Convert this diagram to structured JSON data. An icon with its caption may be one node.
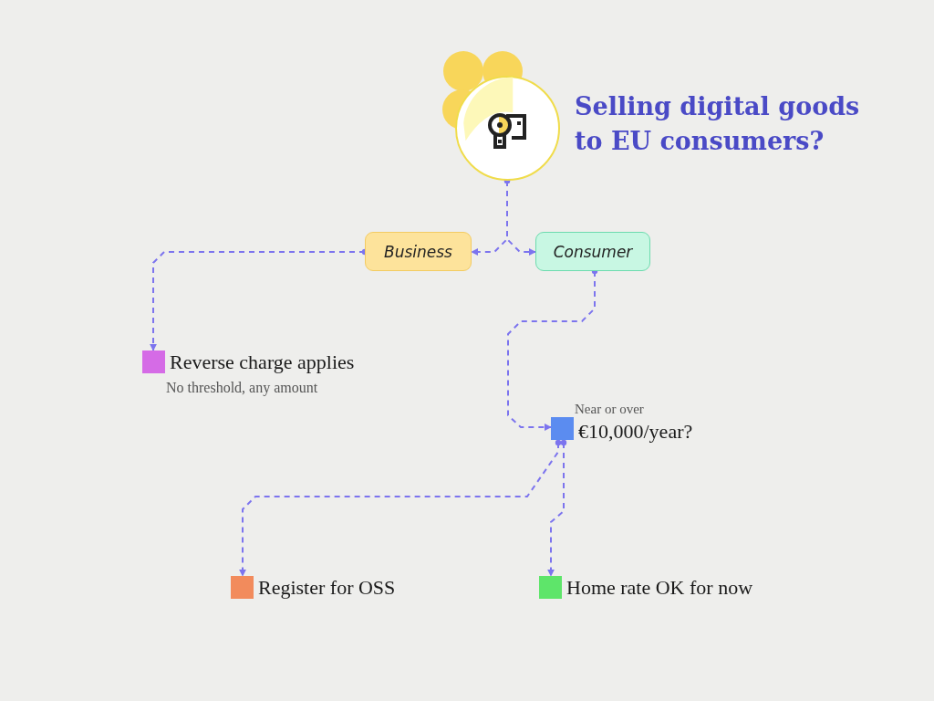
{
  "diagram": {
    "title": "Selling digital goods to EU consumers?",
    "nodes": [
      {
        "text": [],
        "shape": "circle"
      },
      {
        "text": [
          "Business"
        ]
      },
      {
        "text": [
          "Consumer"
        ]
      },
      {
        "text": [
          "Reverse charge applies",
          "No threshold, any amount"
        ]
      },
      {
        "text": [
          "Near or over",
          "€10,000/year?"
        ]
      },
      {
        "text": [
          "Register for OSS"
        ]
      },
      {
        "text": [
          "Home rate OK for now"
        ]
      }
    ],
    "edges": [
      {
        "from": 0,
        "to": 1,
        "arrow": "to",
        "style": "dashed"
      },
      {
        "from": 0,
        "to": 2,
        "arrow": "to",
        "style": "dashed"
      },
      {
        "from": 1,
        "to": 3,
        "arrow": "to",
        "style": "dashed"
      },
      {
        "from": 2,
        "to": 4,
        "arrow": "to",
        "style": "dashed"
      },
      {
        "from": 4,
        "to": 5,
        "arrow": "to",
        "style": "dashed"
      },
      {
        "from": 4,
        "to": 6,
        "arrow": "to",
        "style": "dashed"
      }
    ]
  }
}
